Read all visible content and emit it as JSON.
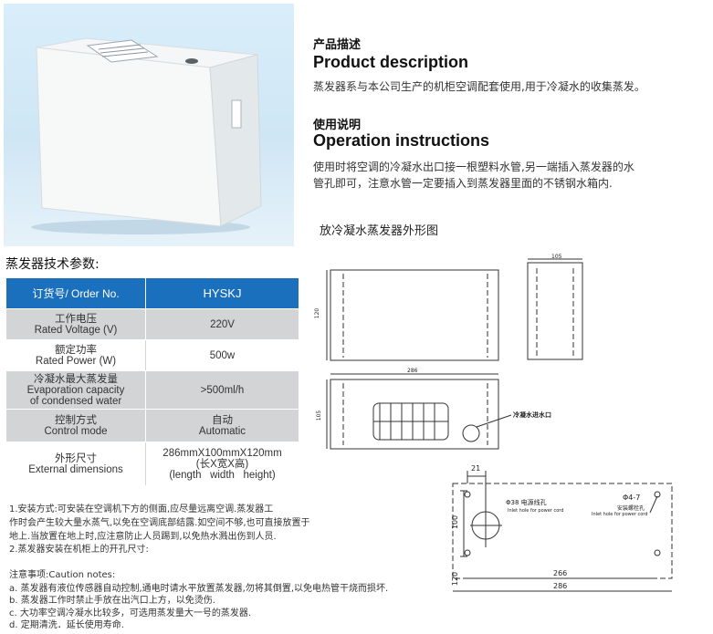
{
  "product": {
    "heading_zh": "产品描述",
    "heading_en": "Product description",
    "text": "蒸发器系与本公司生产的机柜空调配套使用,用于冷凝水的收集蒸发。"
  },
  "operation": {
    "heading_zh": "使用说明",
    "heading_en": "Operation instructions",
    "lines": [
      "使用时将空调的冷凝水出口接一根塑料水管,另一端插入蒸发器的水",
      "管孔即可，注意水管一定要插入到蒸发器里面的不锈钢水箱内."
    ]
  },
  "figure_title": "放冷凝水蒸发器外形图",
  "drawing": {
    "dim_top_side": "105",
    "dim_front_height": "120",
    "dim_plan_width": "286",
    "dim_plan_depth": "105",
    "outlet_label": "冷凝水进水口",
    "hole_x_offset": "21",
    "hole_diameter_label": "Φ38 电源线孔",
    "hole_sub_label": "Inlet hole for power cord",
    "bolt_label": "Φ4-7",
    "bolt_label_zh": "安装螺栓孔",
    "bolt_sub_label": "Inlet hole for power cord",
    "dim_hole_height": "100",
    "dim_bottom_height": "120",
    "dim_inner_width": "266",
    "dim_outer_width": "286"
  },
  "spec": {
    "title": "蒸发器技术参数:",
    "header": {
      "label": "订货号/ Order No.",
      "value": "HYSKJ"
    },
    "rows": [
      {
        "label_zh": "工作电压",
        "label_en": "Rated Voltage (V)",
        "value": "220V"
      },
      {
        "label_zh": "额定功率",
        "label_en": "Rated Power (W)",
        "value": "500w"
      },
      {
        "label_zh": "冷凝水最大蒸发量",
        "label_en": "Evaporation capacity",
        "label_en2": "of condensed water",
        "value": ">500ml/h"
      },
      {
        "label_zh": "控制方式",
        "label_en": "Control mode",
        "value_zh": "自动",
        "value": "Automatic"
      },
      {
        "label_zh": "外形尺寸",
        "label_en": "External dimensions",
        "value": "286mmX100mmX120mm",
        "value2": "(长X宽X高)",
        "value3": "(length   width   height)"
      }
    ]
  },
  "install": [
    "1.安装方式:可安装在空调机下方的侧面,应尽量远离空调.蒸发器工",
    "作时会产生较大量水蒸气,以免在空调底部结露.如空间不够,也可直接放置于",
    "地上.当放置在地上时,应注意防止人员踢到,以免热水溅出伤到人员.",
    "2.蒸发器安装在机柜上的开孔尺寸:"
  ],
  "caution": {
    "title": "注意事项:Caution notes:",
    "items": [
      "a. 蒸发器有液位传感器自动控制,通电时请水平放置蒸发器,勿将其倒置,以免电热管干烧而损坏.",
      "b. 蒸发器工作时禁止手放在出汽口上方，以免烫伤.",
      "c. 大功率空调冷凝水比较多，可选用蒸发量大一号的蒸发器.",
      "d. 定期清洗．延长使用寿命."
    ]
  },
  "colors": {
    "header_blue": "#1b70bd",
    "row_gray": "#d3d4d6"
  }
}
